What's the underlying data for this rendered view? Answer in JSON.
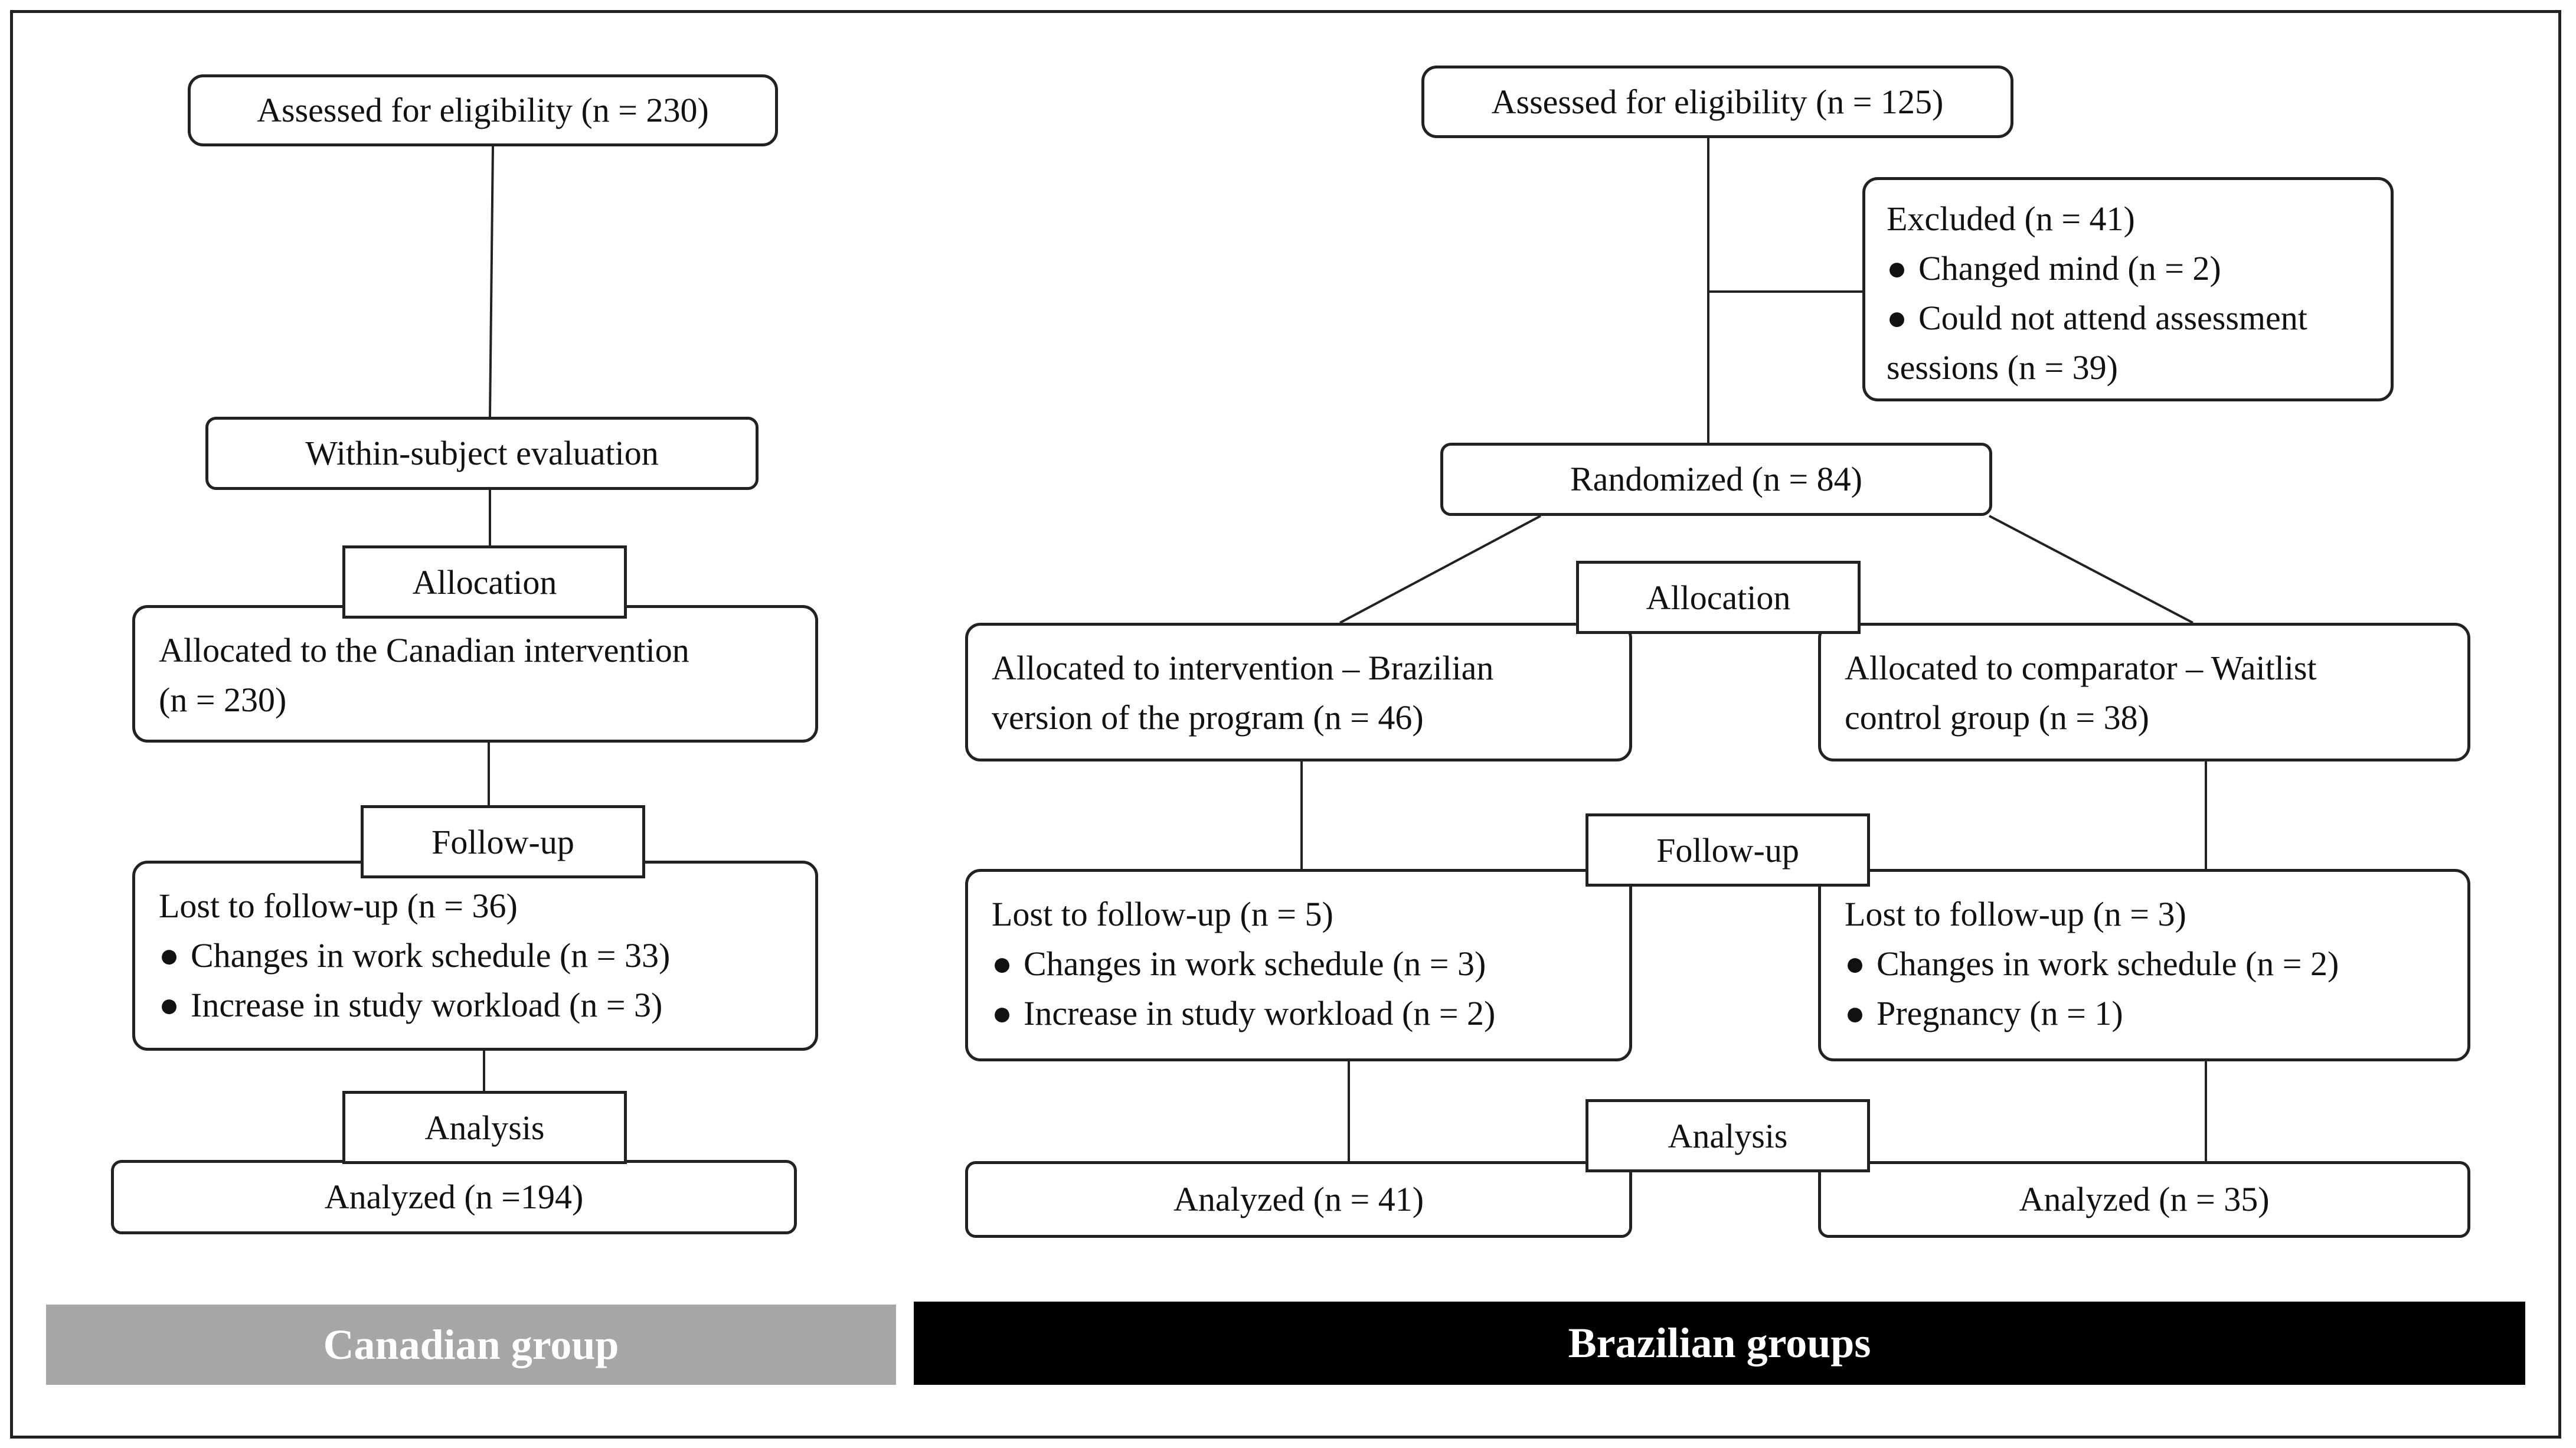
{
  "canadian": {
    "assessed": "Assessed for eligibility (n = 230)",
    "within_subject": "Within-subject evaluation",
    "allocation_label": "Allocation",
    "allocated": [
      "Allocated to the Canadian intervention",
      "(n = 230)"
    ],
    "followup_label": "Follow-up",
    "lost_title": "Lost to follow-up (n = 36)",
    "lost_items": [
      "Changes in work schedule (n = 33)",
      "Increase in study workload (n = 3)"
    ],
    "analysis_label": "Analysis",
    "analyzed": "Analyzed (n =194)",
    "group_label": "Canadian group"
  },
  "brazilian": {
    "assessed": "Assessed for eligibility (n = 125)",
    "excluded_title": "Excluded (n = 41)",
    "excluded_items": [
      "Changed mind (n = 2)",
      "Could not attend assessment"
    ],
    "excluded_tail": "sessions (n = 39)",
    "randomized": "Randomized (n = 84)",
    "allocation_label": "Allocation",
    "intervention": [
      "Allocated to intervention – Brazilian",
      "version of the program (n = 46)"
    ],
    "comparator": [
      "Allocated to comparator – Waitlist",
      "control group (n = 38)"
    ],
    "followup_label": "Follow-up",
    "lost_intervention_title": "Lost to follow-up (n = 5)",
    "lost_intervention_items": [
      "Changes in work schedule (n = 3)",
      "Increase in study workload (n = 2)"
    ],
    "lost_comparator_title": "Lost to follow-up (n = 3)",
    "lost_comparator_items": [
      "Changes in work schedule (n = 2)",
      "Pregnancy (n = 1)"
    ],
    "analysis_label": "Analysis",
    "analyzed_intervention": "Analyzed (n = 41)",
    "analyzed_comparator": "Analyzed (n = 35)",
    "group_label": "Brazilian groups"
  },
  "bullet_glyph": "●",
  "colors": {
    "canadian_bar": "#a6a6a6",
    "brazilian_bar": "#000000",
    "stroke": "#222222"
  }
}
